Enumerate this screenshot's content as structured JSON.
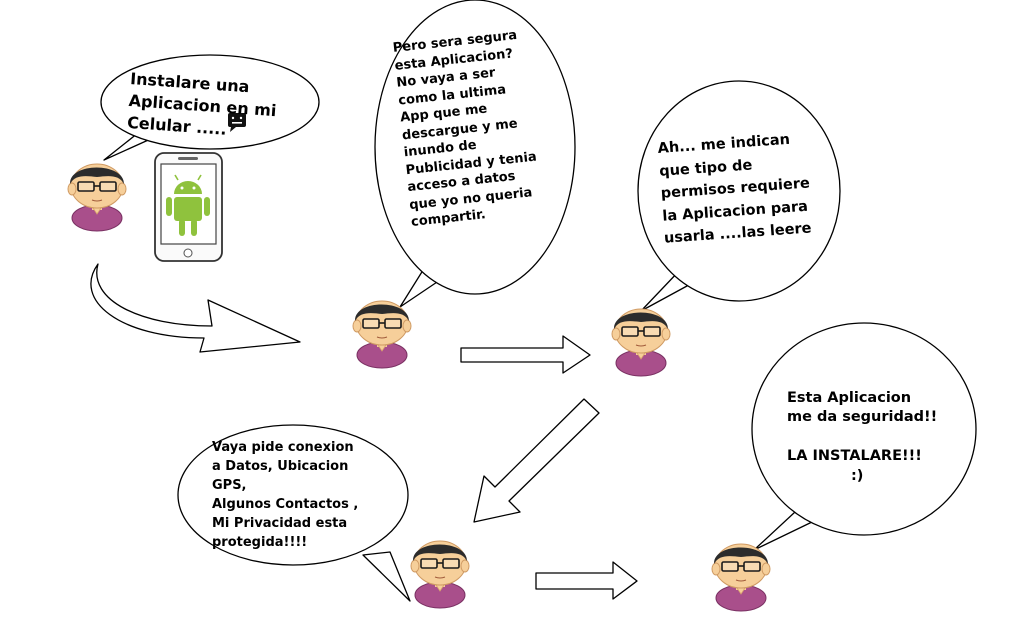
{
  "bubbles": {
    "b1": "Instalare una\nAplicacion en mi\nCelular .....",
    "b2": "Pero sera segura\nesta Aplicacion?\nNo vaya a ser\ncomo la ultima\nApp que me\ndescargue y me\ninundo de\nPublicidad y tenia\nacceso a datos\nque yo no queria\ncompartir.",
    "b3": "Ah... me indican\nque tipo de\npermisos requiere\nla Aplicacion para\nusarla ....las leere",
    "b4": "Vaya pide conexion\na Datos, Ubicacion\nGPS,\nAlgunos Contactos ,\nMi Privacidad esta\nprotegida!!!!",
    "b5": "Esta Aplicacion\nme da seguridad!!\n\nLA INSTALARE!!!",
    "b5_smile": ":)"
  },
  "icons": [
    "person-avatar-icon",
    "smartphone-icon",
    "android-robot-icon",
    "chat-message-icon",
    "curved-arrow-icon",
    "right-arrow-icon",
    "diagonal-arrow-icon"
  ],
  "colors": {
    "hair": "#2c2c2c",
    "skin": "#f6cf9a",
    "shirt": "#a94f8b",
    "android": "#8fc23d",
    "line": "#000000"
  }
}
